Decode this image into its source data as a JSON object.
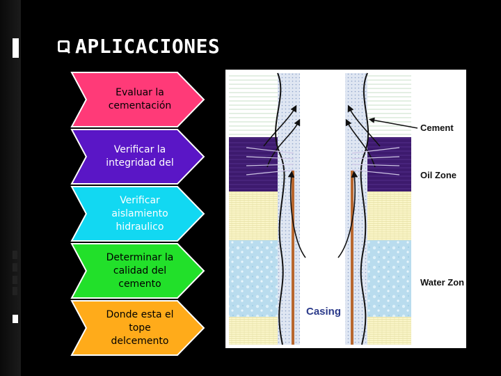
{
  "slide": {
    "title": "APLICACIONES",
    "title_bullet_icon": "checkbox-q-icon",
    "colors": {
      "background": "#000000",
      "title_text": "#ffffff"
    }
  },
  "arrows": [
    {
      "label": "Evaluar la cementación",
      "color": "#ff3a78",
      "text_color": "#000000"
    },
    {
      "label": "Verificar la integridad del",
      "color": "#5a16c6",
      "text_color": "#ffffff"
    },
    {
      "label": "Verificar aislamiento hidraulico",
      "color": "#12d8f2",
      "text_color": "#ffffff"
    },
    {
      "label": "Determinar la calidad del cemento",
      "color": "#22e02a",
      "text_color": "#000000"
    },
    {
      "label": "Donde esta el tope delcemento",
      "color": "#ffab1a",
      "text_color": "#000000"
    }
  ],
  "figure": {
    "labels": {
      "cement": "Cement",
      "oil_zone": "Oil Zone",
      "water_zone": "Water Zon",
      "casing": "Casing"
    },
    "colors": {
      "oil_zone": "#3d1a6e",
      "water_zone": "#b9dcee",
      "sand_zone": "#fffbd2",
      "casing": "#b8672e",
      "casing_label": "#2b3a8a"
    }
  }
}
